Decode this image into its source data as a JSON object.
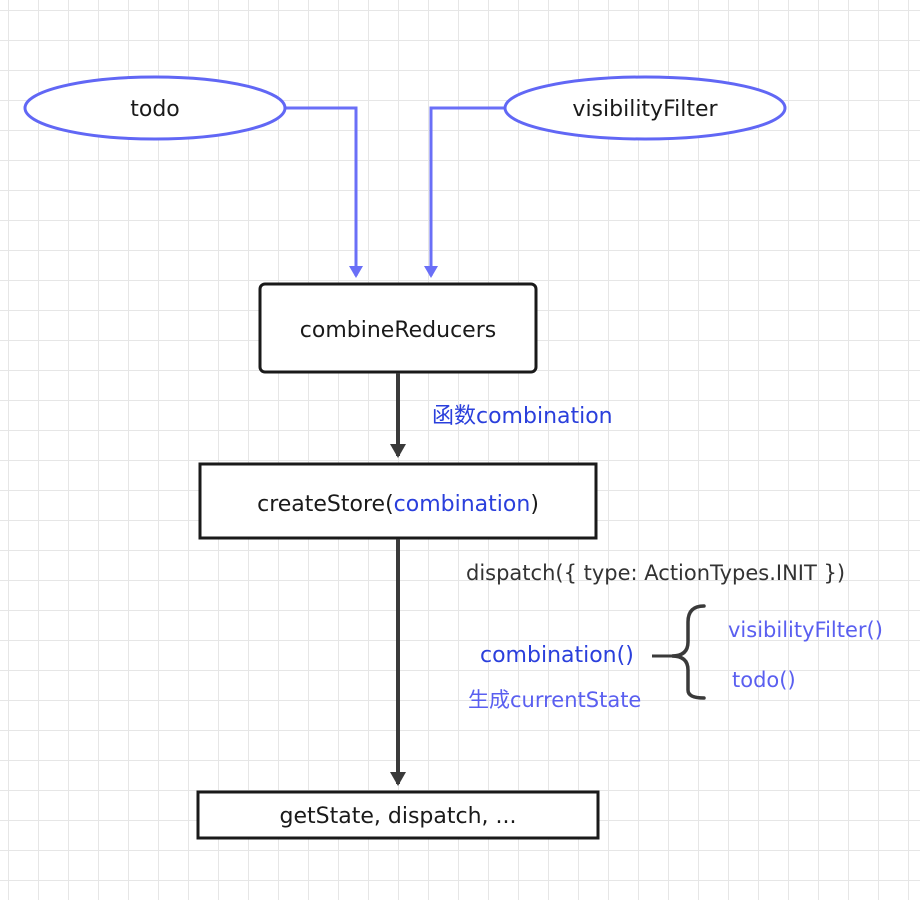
{
  "nodes": {
    "todo": "todo",
    "visibility_filter": "visibilityFilter",
    "combine_reducers": "combineReducers",
    "create_store": {
      "prefix": "createStore(",
      "arg": "combination",
      "suffix": ")"
    },
    "store_api": "getState, dispatch, ..."
  },
  "edge_labels": {
    "combination_fn": "函数combination",
    "dispatch_init": "dispatch({ type: ActionTypes.INIT })"
  },
  "annotations": {
    "combination_call": "combination()",
    "generate_state": "生成currentState",
    "calls": [
      "visibilityFilter()",
      "todo()"
    ]
  },
  "colors": {
    "ellipse_stroke": "#6167f5",
    "blue_arrow": "#6a6ff7",
    "dark_arrow": "#3a3a3a",
    "blue_text": "#2a3fdc",
    "purple_text": "#5a5ff0"
  }
}
